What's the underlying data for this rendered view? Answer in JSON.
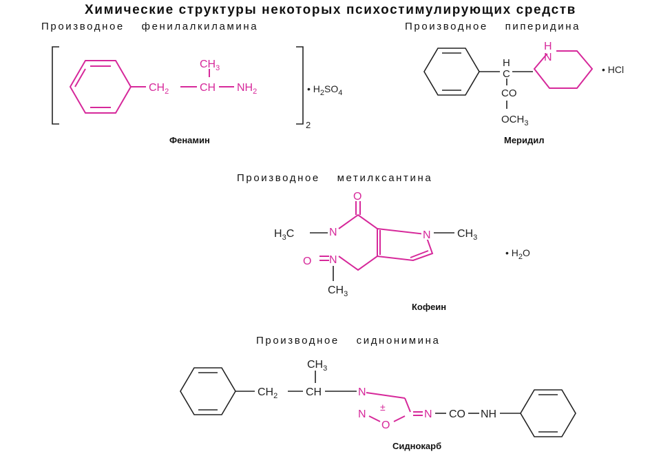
{
  "title": "Химические структуры некоторых психостимулирующих средств",
  "sections": {
    "phenylalkylamine_header": "Производное фенилалкиламина",
    "piperidine_header": "Производное пиперидина",
    "methylxanthine_header": "Производное метилксантина",
    "sydnonimine_header": "Производное сиднонимина"
  },
  "compounds": {
    "fenamine": {
      "name": "Фенамин",
      "salt": "H2SO4",
      "multiplier": "2"
    },
    "meridil": {
      "name": "Меридил",
      "salt": "HCl"
    },
    "caffeine": {
      "name": "Кофеин",
      "salt": "H2O"
    },
    "sydnocarb": {
      "name": "Сиднокарб"
    }
  },
  "colors": {
    "highlight": "#d6289a",
    "ink": "#222222"
  }
}
